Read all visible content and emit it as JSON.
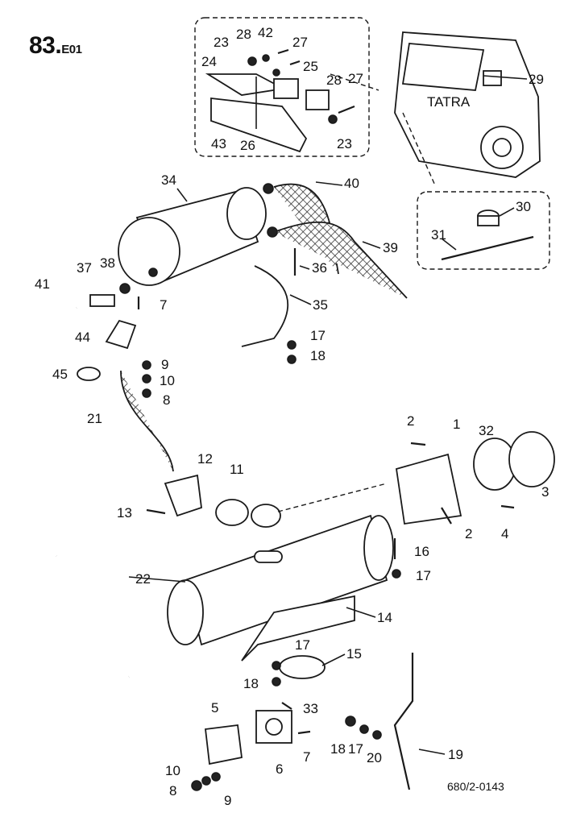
{
  "header": {
    "page_number": "83.",
    "section_code": "E01"
  },
  "footer": {
    "drawing_code": "680/2-0143"
  },
  "callouts": [
    {
      "id": "c1",
      "label": "1"
    },
    {
      "id": "c2a",
      "label": "2"
    },
    {
      "id": "c2b",
      "label": "2"
    },
    {
      "id": "c3",
      "label": "3"
    },
    {
      "id": "c4",
      "label": "4"
    },
    {
      "id": "c5",
      "label": "5"
    },
    {
      "id": "c6",
      "label": "6"
    },
    {
      "id": "c7a",
      "label": "7"
    },
    {
      "id": "c7b",
      "label": "7"
    },
    {
      "id": "c8a",
      "label": "8"
    },
    {
      "id": "c8b",
      "label": "8"
    },
    {
      "id": "c9a",
      "label": "9"
    },
    {
      "id": "c9b",
      "label": "9"
    },
    {
      "id": "c10a",
      "label": "10"
    },
    {
      "id": "c10b",
      "label": "10"
    },
    {
      "id": "c11",
      "label": "11"
    },
    {
      "id": "c12",
      "label": "12"
    },
    {
      "id": "c13",
      "label": "13"
    },
    {
      "id": "c14",
      "label": "14"
    },
    {
      "id": "c15",
      "label": "15"
    },
    {
      "id": "c16",
      "label": "16"
    },
    {
      "id": "c17a",
      "label": "17"
    },
    {
      "id": "c17b",
      "label": "17"
    },
    {
      "id": "c17c",
      "label": "17"
    },
    {
      "id": "c17d",
      "label": "17"
    },
    {
      "id": "c18a",
      "label": "18"
    },
    {
      "id": "c18b",
      "label": "18"
    },
    {
      "id": "c18c",
      "label": "18"
    },
    {
      "id": "c19",
      "label": "19"
    },
    {
      "id": "c20",
      "label": "20"
    },
    {
      "id": "c21",
      "label": "21"
    },
    {
      "id": "c22",
      "label": "22"
    },
    {
      "id": "c23a",
      "label": "23"
    },
    {
      "id": "c23b",
      "label": "23"
    },
    {
      "id": "c24",
      "label": "24"
    },
    {
      "id": "c25",
      "label": "25"
    },
    {
      "id": "c26",
      "label": "26"
    },
    {
      "id": "c27a",
      "label": "27"
    },
    {
      "id": "c27b",
      "label": "27"
    },
    {
      "id": "c28a",
      "label": "28"
    },
    {
      "id": "c28b",
      "label": "28"
    },
    {
      "id": "c29",
      "label": "29"
    },
    {
      "id": "c30",
      "label": "30"
    },
    {
      "id": "c31",
      "label": "31"
    },
    {
      "id": "c32",
      "label": "32"
    },
    {
      "id": "c33",
      "label": "33"
    },
    {
      "id": "c34",
      "label": "34"
    },
    {
      "id": "c35",
      "label": "35"
    },
    {
      "id": "c36",
      "label": "36"
    },
    {
      "id": "c37",
      "label": "37"
    },
    {
      "id": "c38",
      "label": "38"
    },
    {
      "id": "c39",
      "label": "39"
    },
    {
      "id": "c40",
      "label": "40"
    },
    {
      "id": "c41",
      "label": "41"
    },
    {
      "id": "c42",
      "label": "42"
    },
    {
      "id": "c43",
      "label": "43"
    },
    {
      "id": "c44",
      "label": "44"
    },
    {
      "id": "c45",
      "label": "45"
    }
  ],
  "truck_badge": "TATRA"
}
